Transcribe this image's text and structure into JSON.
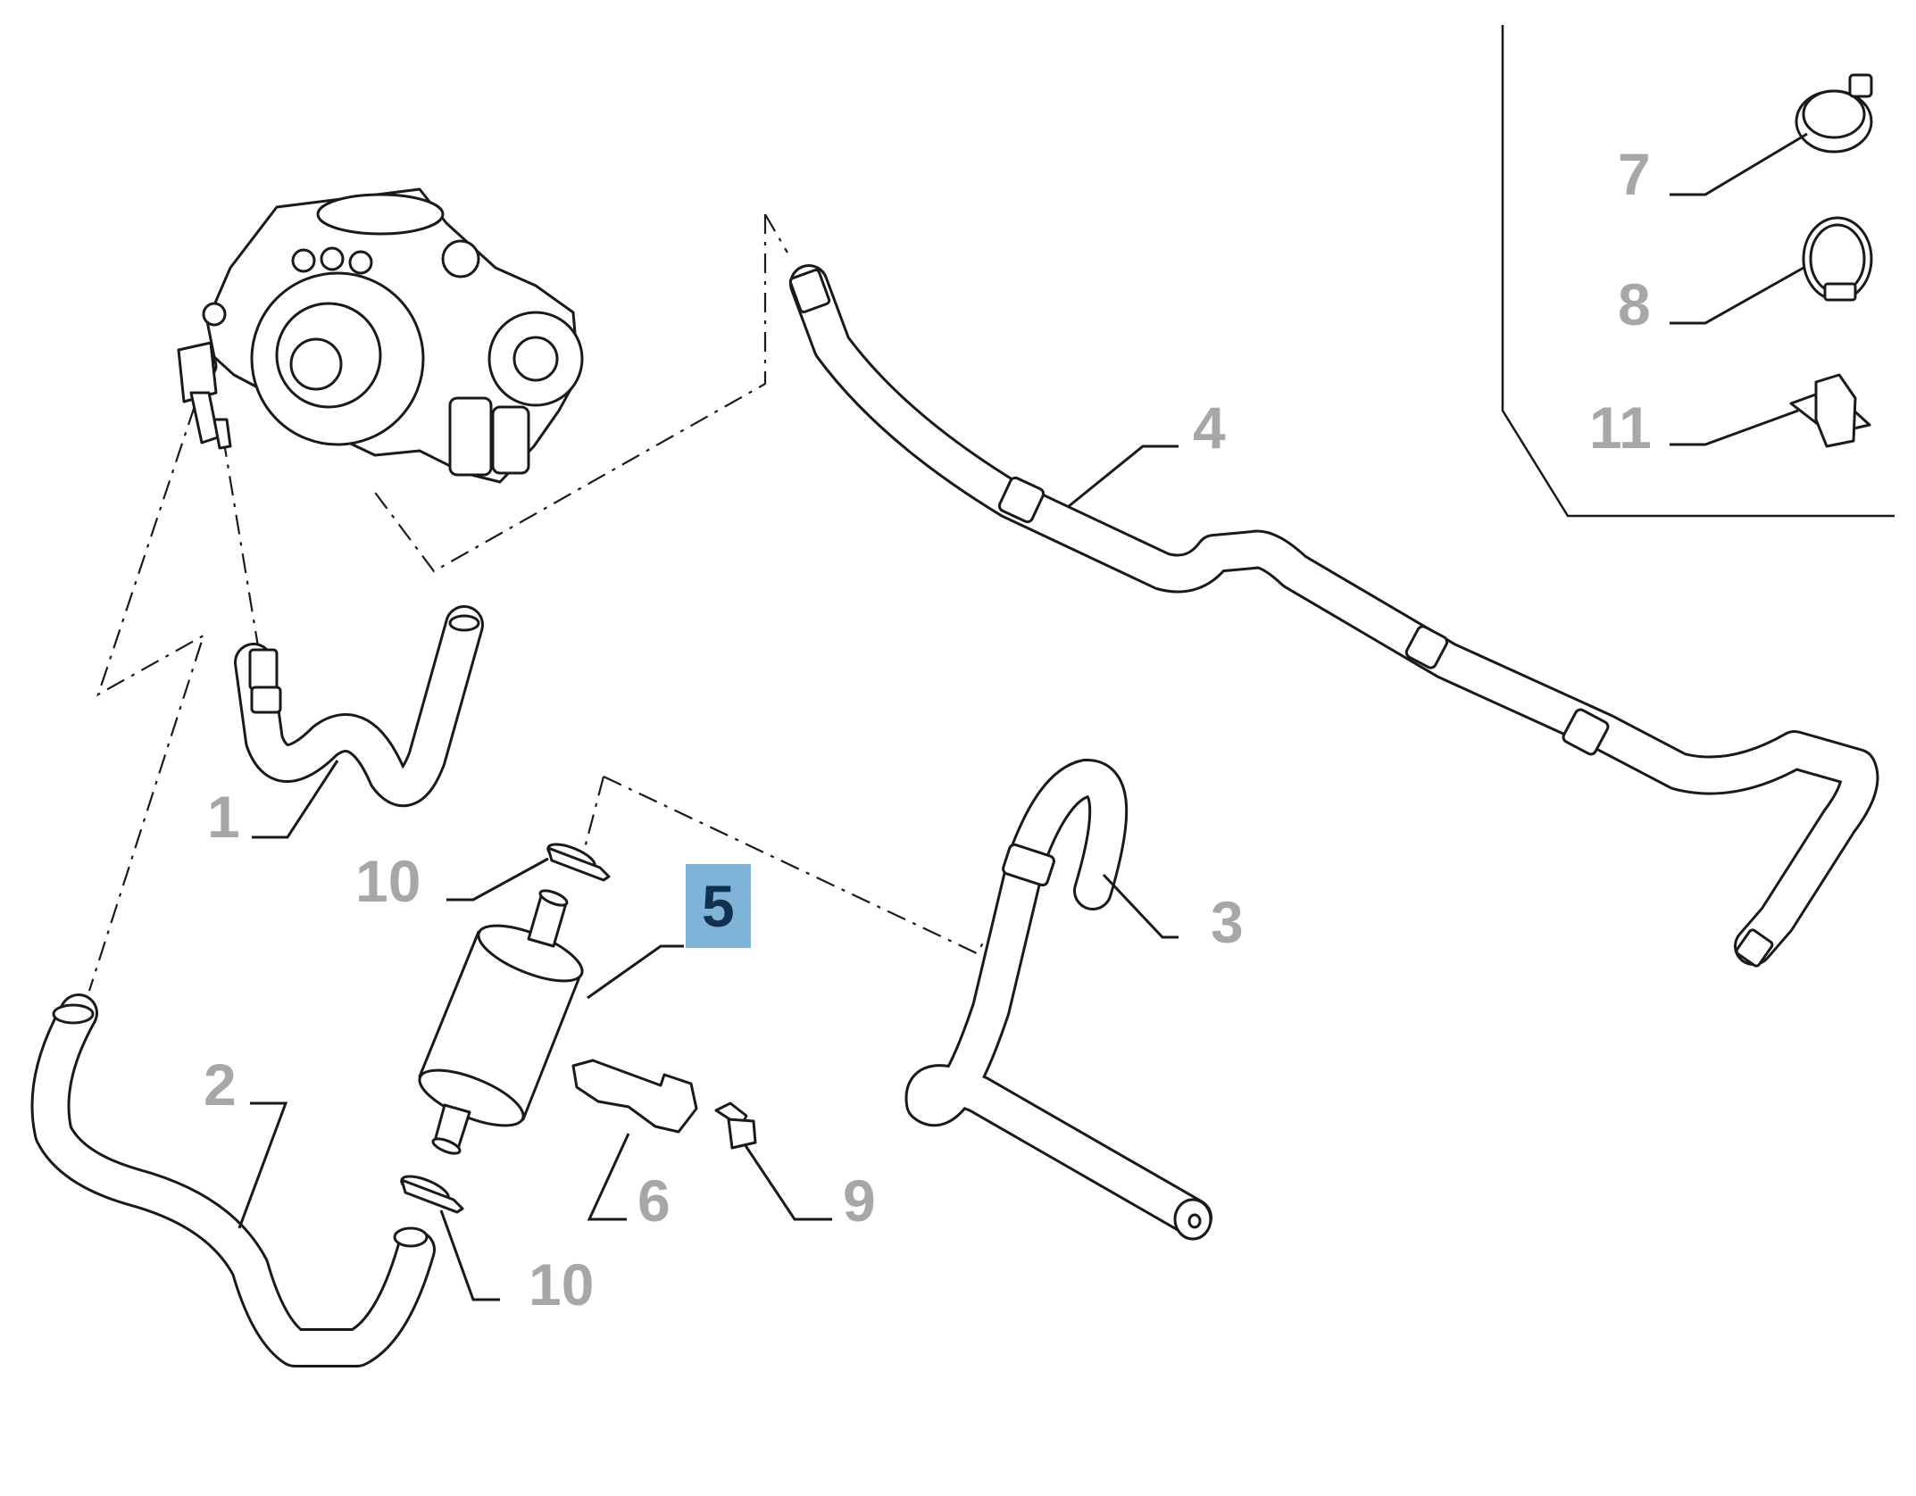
{
  "callouts": {
    "c1": "1",
    "c2": "2",
    "c3": "3",
    "c4": "4",
    "c5": "5",
    "c6": "6",
    "c7": "7",
    "c8": "8",
    "c9": "9",
    "c10a": "10",
    "c10b": "10",
    "c11": "11"
  },
  "highlight": {
    "part": "5",
    "color": "#7fb3d8"
  }
}
